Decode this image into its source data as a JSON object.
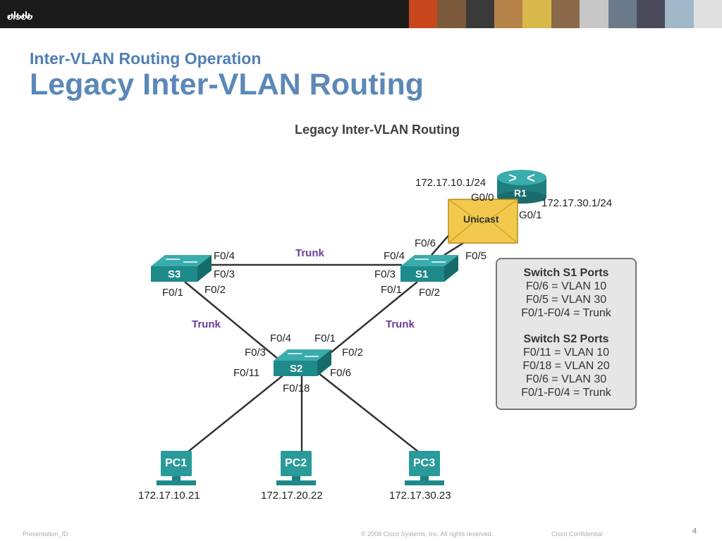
{
  "slide": {
    "subtitle": "Inter-VLAN Routing Operation",
    "title": "Legacy Inter-VLAN Routing",
    "logo_text": "CISCO"
  },
  "diagram": {
    "title": "Legacy Inter-VLAN Routing",
    "devices": {
      "router": "R1",
      "switch_s1": "S1",
      "switch_s2": "S2",
      "switch_s3": "S3",
      "pc1": "PC1",
      "pc2": "PC2",
      "pc3": "PC3"
    },
    "addresses": {
      "r1_g00": "172.17.10.1/24",
      "r1_g01": "172.17.30.1/24",
      "pc1": "172.17.10.21",
      "pc2": "172.17.20.22",
      "pc3": "172.17.30.23"
    },
    "packet_label": "Unicast",
    "ports": {
      "r1_g00": "G0/0",
      "r1_g01": "G0/1",
      "s1_f06": "F0/6",
      "s1_f05": "F0/5",
      "s1_f04": "F0/4",
      "s1_f03": "F0/3",
      "s1_f01": "F0/1",
      "s1_f02": "F0/2",
      "s3_f04": "F0/4",
      "s3_f03": "F0/3",
      "s3_f01": "F0/1",
      "s3_f02": "F0/2",
      "s2_f04": "F0/4",
      "s2_f01": "F0/1",
      "s2_f03": "F0/3",
      "s2_f02": "F0/2",
      "s2_f011": "F0/11",
      "s2_f06": "F0/6",
      "s2_f018": "F0/18"
    },
    "trunk_labels": {
      "s3_s1": "Trunk",
      "s3_s2": "Trunk",
      "s1_s2": "Trunk"
    },
    "port_table": {
      "s1_heading": "Switch S1 Ports",
      "s1_lines": [
        "F0/6 = VLAN 10",
        "F0/5 = VLAN 30",
        "F0/1-F0/4 = Trunk"
      ],
      "s2_heading": "Switch S2 Ports",
      "s2_lines": [
        "F0/11 = VLAN 10",
        "F0/18 = VLAN 20",
        "F0/6 = VLAN 30",
        "F0/1-F0/4 = Trunk"
      ]
    }
  },
  "footer": {
    "presentation_id": "Presentation_ID",
    "copyright": "© 2008 Cisco Systems, Inc. All rights reserved.",
    "confidential": "Cisco Confidential",
    "page_number": "4"
  },
  "colors": {
    "title_blue": "#5b88b8",
    "device_teal": "#2a9a9a",
    "trunk_purple": "#6a3d9a",
    "packet_yellow": "#f2c94c"
  }
}
